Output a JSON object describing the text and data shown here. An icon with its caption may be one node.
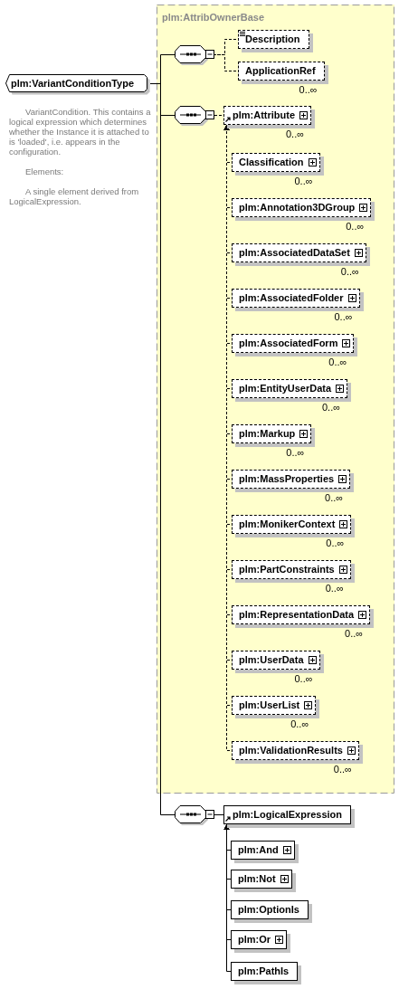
{
  "diagram": {
    "nodes": [
      {
        "text": [
          "plm:VariantConditionType"
        ],
        "beside": [
          "VariantCondition. This contains a logical expression which determines whether the Instance it is attached to is 'loaded', i.e. appears in the configuration.",
          "Elements:",
          "A single element derived from LogicalExpression."
        ]
      },
      {
        "text": [
          "plm:AttribOwnerBase"
        ]
      },
      {
        "text": [],
        "shape": "octagon",
        "in": 1
      },
      {
        "text": [
          "Description"
        ],
        "in": 1
      },
      {
        "text": [
          "ApplicationRef"
        ],
        "in": 1,
        "beside": [
          "0..∞"
        ]
      },
      {
        "text": [],
        "shape": "octagon",
        "in": 1
      },
      {
        "text": [
          "plm:Attribute"
        ],
        "in": 1,
        "beside": [
          "0..∞"
        ]
      },
      {
        "text": [
          "Classification"
        ],
        "in": 1,
        "beside": [
          "0..∞"
        ]
      },
      {
        "text": [
          "plm:Annotation3DGroup"
        ],
        "in": 1,
        "beside": [
          "0..∞"
        ]
      },
      {
        "text": [
          "plm:AssociatedDataSet"
        ],
        "in": 1,
        "beside": [
          "0..∞"
        ]
      },
      {
        "text": [
          "plm:AssociatedFolder"
        ],
        "in": 1,
        "beside": [
          "0..∞"
        ]
      },
      {
        "text": [
          "plm:AssociatedForm"
        ],
        "in": 1,
        "beside": [
          "0..∞"
        ]
      },
      {
        "text": [
          "plm:EntityUserData"
        ],
        "in": 1,
        "beside": [
          "0..∞"
        ]
      },
      {
        "text": [
          "plm:Markup"
        ],
        "in": 1,
        "beside": [
          "0..∞"
        ]
      },
      {
        "text": [
          "plm:MassProperties"
        ],
        "in": 1,
        "beside": [
          "0..∞"
        ]
      },
      {
        "text": [
          "plm:MonikerContext"
        ],
        "in": 1,
        "beside": [
          "0..∞"
        ]
      },
      {
        "text": [
          "plm:PartConstraints"
        ],
        "in": 1,
        "beside": [
          "0..∞"
        ]
      },
      {
        "text": [
          "plm:RepresentationData"
        ],
        "in": 1,
        "beside": [
          "0..∞"
        ]
      },
      {
        "text": [
          "plm:UserData"
        ],
        "in": 1,
        "beside": [
          "0..∞"
        ]
      },
      {
        "text": [
          "plm:UserList"
        ],
        "in": 1,
        "beside": [
          "0..∞"
        ]
      },
      {
        "text": [
          "plm:ValidationResults"
        ],
        "in": 1,
        "beside": [
          "0..∞"
        ]
      },
      {
        "text": [],
        "shape": "octagon"
      },
      {
        "text": [
          "plm:LogicalExpression"
        ]
      },
      {
        "text": [
          "plm:And"
        ]
      },
      {
        "text": [
          "plm:Not"
        ]
      },
      {
        "text": [
          "plm:OptionIs"
        ]
      },
      {
        "text": [
          "plm:Or"
        ]
      },
      {
        "text": [
          "plm:PathIs"
        ]
      }
    ],
    "edges": [
      {
        "from": 0,
        "to": 2,
        "arrow": "none"
      },
      {
        "from": 0,
        "to": 5,
        "arrow": "none"
      },
      {
        "from": 0,
        "to": 21,
        "arrow": "none"
      },
      {
        "from": 2,
        "to": 3,
        "arrow": "none",
        "style": "dashed"
      },
      {
        "from": 2,
        "to": 4,
        "arrow": "none",
        "style": "dashed"
      },
      {
        "from": 5,
        "to": 6,
        "arrow": "none",
        "style": "dashed"
      },
      {
        "from": 7,
        "to": 6,
        "arrow": "to",
        "style": "dashed"
      },
      {
        "from": 8,
        "to": 6,
        "arrow": "to",
        "style": "dashed"
      },
      {
        "from": 9,
        "to": 6,
        "arrow": "to",
        "style": "dashed"
      },
      {
        "from": 10,
        "to": 6,
        "arrow": "to",
        "style": "dashed"
      },
      {
        "from": 11,
        "to": 6,
        "arrow": "to",
        "style": "dashed"
      },
      {
        "from": 12,
        "to": 6,
        "arrow": "to",
        "style": "dashed"
      },
      {
        "from": 13,
        "to": 6,
        "arrow": "to",
        "style": "dashed"
      },
      {
        "from": 14,
        "to": 6,
        "arrow": "to",
        "style": "dashed"
      },
      {
        "from": 15,
        "to": 6,
        "arrow": "to",
        "style": "dashed"
      },
      {
        "from": 16,
        "to": 6,
        "arrow": "to",
        "style": "dashed"
      },
      {
        "from": 17,
        "to": 6,
        "arrow": "to",
        "style": "dashed"
      },
      {
        "from": 18,
        "to": 6,
        "arrow": "to",
        "style": "dashed"
      },
      {
        "from": 19,
        "to": 6,
        "arrow": "to",
        "style": "dashed"
      },
      {
        "from": 20,
        "to": 6,
        "arrow": "to",
        "style": "dashed"
      },
      {
        "from": 21,
        "to": 22,
        "arrow": "none"
      },
      {
        "from": 23,
        "to": 22,
        "arrow": "to"
      },
      {
        "from": 24,
        "to": 22,
        "arrow": "to"
      },
      {
        "from": 25,
        "to": 22,
        "arrow": "to"
      },
      {
        "from": 26,
        "to": 22,
        "arrow": "to"
      },
      {
        "from": 27,
        "to": 22,
        "arrow": "to"
      }
    ]
  }
}
